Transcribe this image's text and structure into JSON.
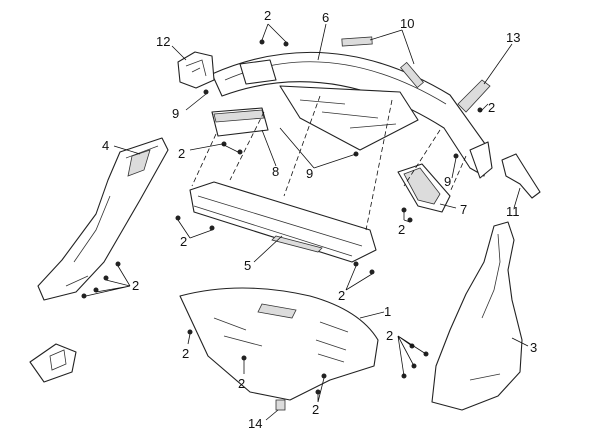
{
  "diagram": {
    "callouts": {
      "c1": "1",
      "c2_top": "2",
      "c2_left_fastener": "2",
      "c2_tray": "2",
      "c2_panel4": "2",
      "c2_center": "2",
      "c2_bottom_left": "2",
      "c2_bottom_mid": "2",
      "c2_bottom_right": "2",
      "c2_right": "2",
      "c2_bracket7": "2",
      "c2_panel3": "2",
      "c3": "3",
      "c4": "4",
      "c5": "5",
      "c6": "6",
      "c7": "7",
      "c8": "8",
      "c9_left": "9",
      "c9_center": "9",
      "c9_right": "9",
      "c10": "10",
      "c11": "11",
      "c12": "12",
      "c13": "13",
      "c14": "14"
    }
  }
}
